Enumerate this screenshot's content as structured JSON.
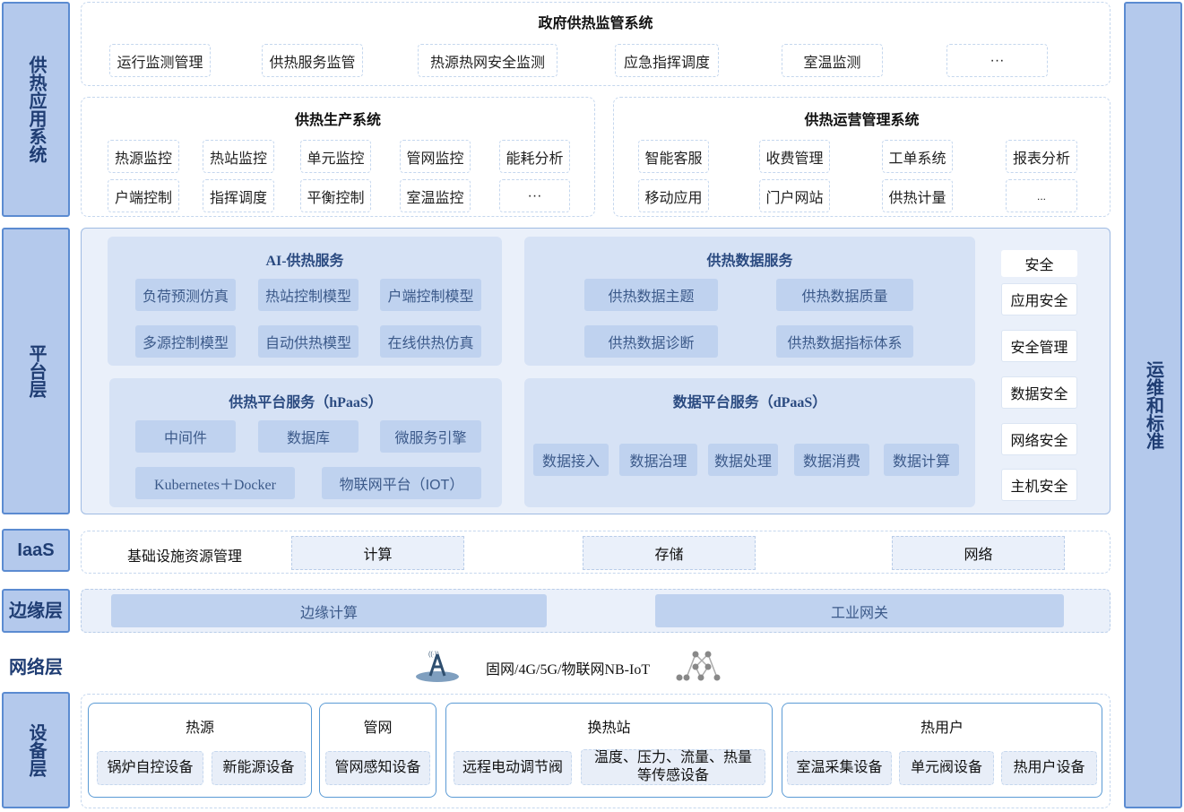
{
  "side": {
    "app": "供热应用系统",
    "platform": "平台层",
    "iaas": "IaaS",
    "edge": "边缘层",
    "network": "网络层",
    "device": "设备层",
    "ops": "运维和标准"
  },
  "gov": {
    "title": "政府供热监管系统",
    "items": [
      "运行监测管理",
      "供热服务监管",
      "热源热网安全监测",
      "应急指挥调度",
      "室温监测",
      "···"
    ]
  },
  "prod": {
    "title": "供热生产系统",
    "items": [
      "热源监控",
      "热站监控",
      "单元监控",
      "管网监控",
      "能耗分析",
      "户端控制",
      "指挥调度",
      "平衡控制",
      "室温监控",
      "···"
    ]
  },
  "ops": {
    "title": "供热运营管理系统",
    "items": [
      "智能客服",
      "收费管理",
      "工单系统",
      "报表分析",
      "移动应用",
      "门户网站",
      "供热计量",
      "..."
    ]
  },
  "ai": {
    "title": "AI-供热服务",
    "items": [
      "负荷预测仿真",
      "热站控制模型",
      "户端控制模型",
      "多源控制模型",
      "自动供热模型",
      "在线供热仿真"
    ]
  },
  "dataSvc": {
    "title": "供热数据服务",
    "items": [
      "供热数据主题",
      "供热数据质量",
      "供热数据诊断",
      "供热数据指标体系"
    ]
  },
  "hpaas": {
    "title": "供热平台服务（hPaaS）",
    "items": [
      "中间件",
      "数据库",
      "微服务引擎",
      "Kubernetes＋Docker",
      "物联网平台（IOT）"
    ]
  },
  "dpaas": {
    "title": "数据平台服务（dPaaS）",
    "items": [
      "数据接入",
      "数据治理",
      "数据处理",
      "数据消费",
      "数据计算"
    ]
  },
  "security": {
    "title": "安全",
    "items": [
      "应用安全",
      "安全管理",
      "数据安全",
      "网络安全",
      "主机安全"
    ]
  },
  "iaas": {
    "label": "基础设施资源管理",
    "items": [
      "计算",
      "存储",
      "网络"
    ]
  },
  "edge": {
    "items": [
      "边缘计算",
      "工业网关"
    ]
  },
  "network": {
    "text": "固网/4G/5G/物联网NB-IoT"
  },
  "device": {
    "groups": [
      {
        "title": "热源",
        "items": [
          "锅炉自控设备",
          "新能源设备"
        ]
      },
      {
        "title": "管网",
        "items": [
          "管网感知设备"
        ]
      },
      {
        "title": "换热站",
        "items": [
          "远程电动调节阀",
          "温度、压力、流量、热量等传感设备"
        ]
      },
      {
        "title": "热用户",
        "items": [
          "室温采集设备",
          "单元阀设备",
          "热用户设备"
        ]
      }
    ]
  }
}
